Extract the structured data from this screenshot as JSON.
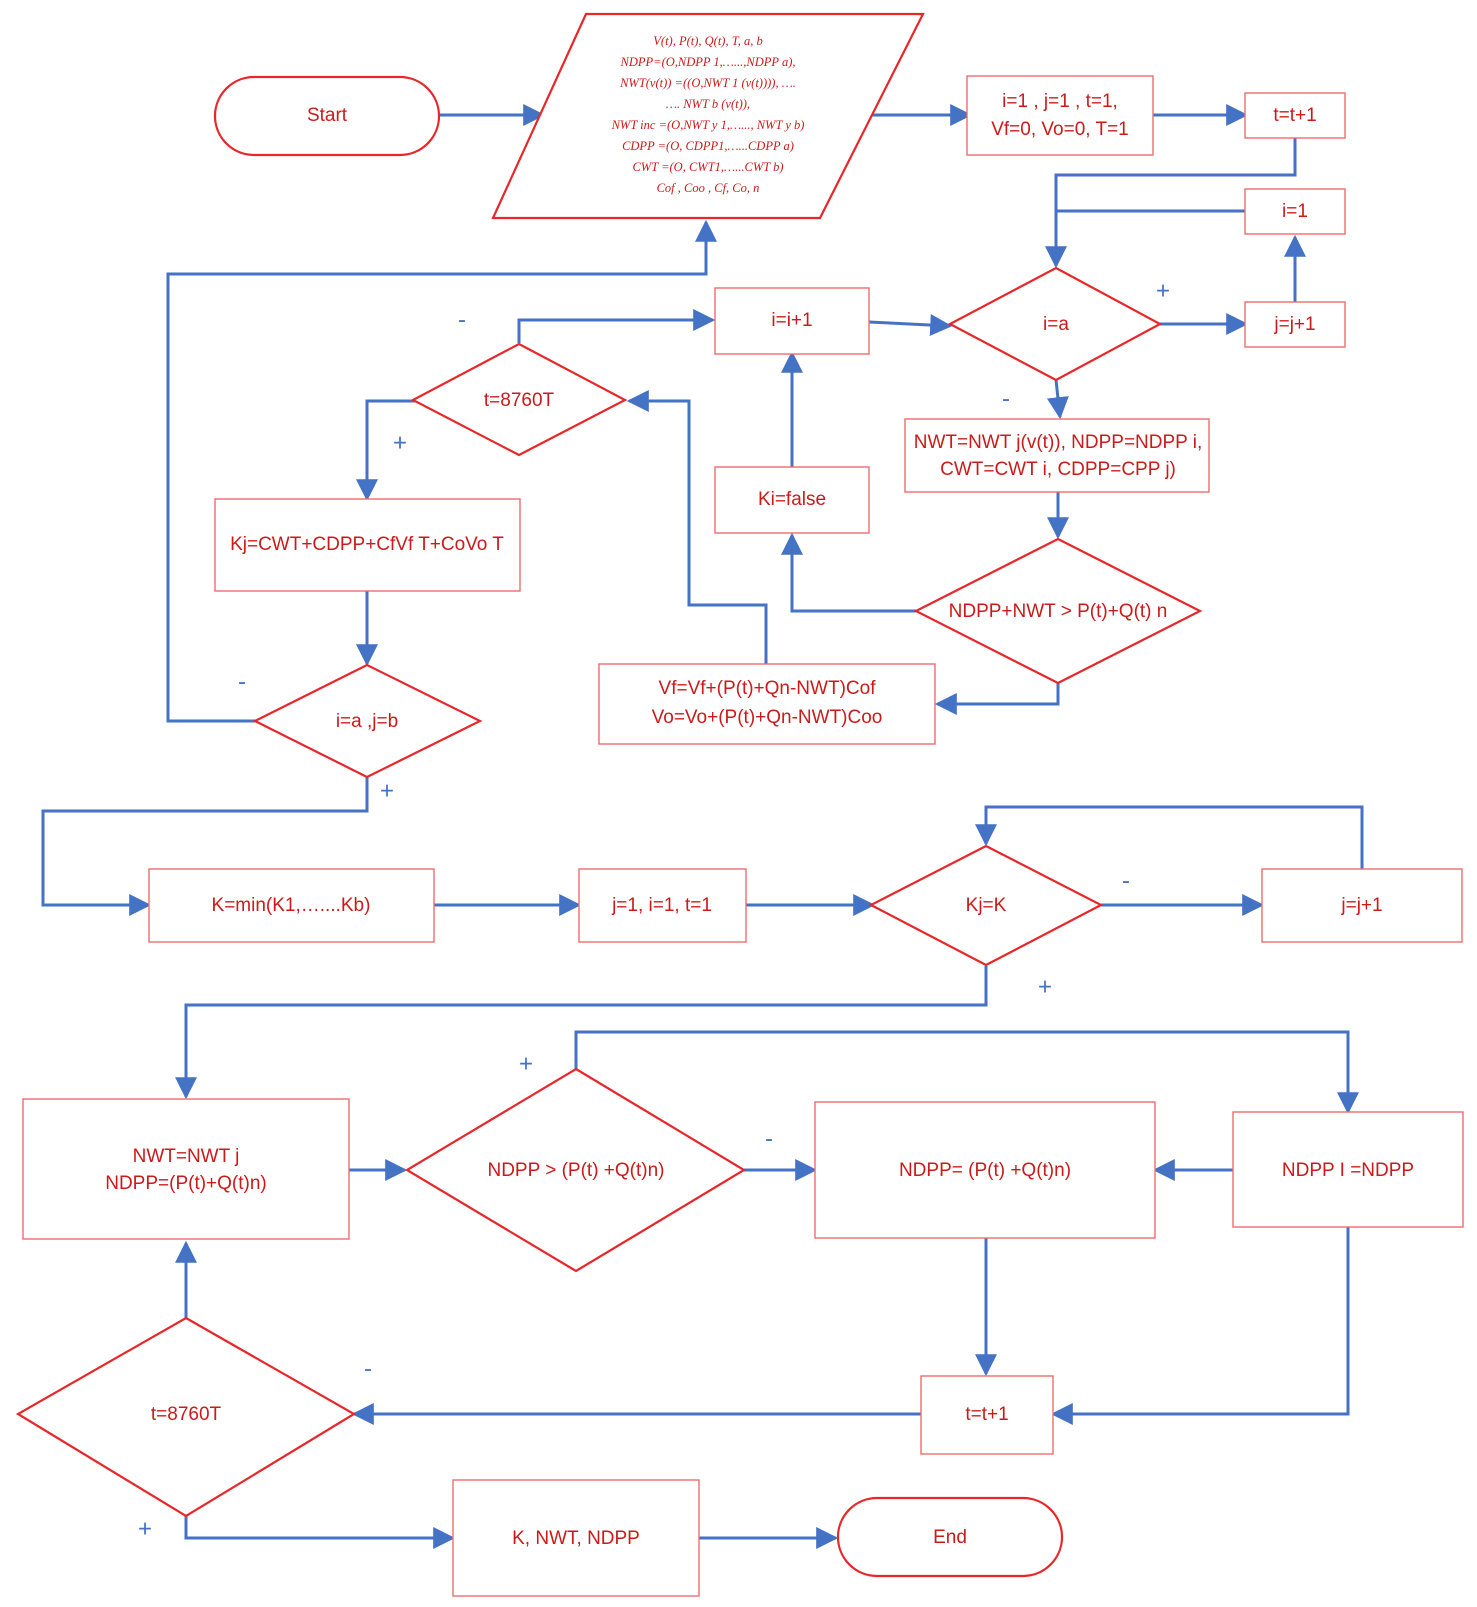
{
  "colors": {
    "shape_stroke": "#e8272a",
    "text": "#cc1a1a",
    "arrow": "#4472c4"
  },
  "nodes": {
    "start": "Start",
    "input_lines": [
      "V(t), P(t), Q(t), T, a, b",
      "NDPP=(O,NDPP 1,…...,NDPP a),",
      "NWT(v(t)) =((O,NWT 1 (v(t)))), ….",
      "…. NWT b (v(t)),",
      "NWT inc =(O,NWT y 1,…..., NWT y b)",
      "CDPP =(O, CDPP1,…...CDPP a)",
      "CWT =(O, CWT1,…...CWT b)",
      "Cof , Coo , Cf, Co, n"
    ],
    "init": [
      "i=1 , j=1 , t=1,",
      "Vf=0, Vo=0, T=1"
    ],
    "t_inc_top": "t=t+1",
    "i_reset": "i=1",
    "j_inc_top": "j=j+1",
    "i_eq_a": "i=a",
    "i_inc": "i=i+1",
    "assign_nwt": [
      "NWT=NWT j(v(t)), NDPP=NDPP i,",
      "CWT=CWT i, CDPP=CPP j)"
    ],
    "ki_false": "Ki=false",
    "cond_supply": "NDPP+NWT > P(t)+Q(t) n",
    "update_v": [
      "Vf=Vf+(P(t)+Qn-NWT)Cof",
      "Vo=Vo+(P(t)+Qn-NWT)Coo"
    ],
    "t_8760_top": "t=8760T",
    "kj_calc": "Kj=CWT+CDPP+CfVf T+CoVo T",
    "ia_jb": "i=a ,j=b",
    "k_min": "K=min(K1,…....Kb)",
    "reset_jit": "j=1, i=1, t=1",
    "kj_eq_k": "Kj=K",
    "j_inc_mid": "j=j+1",
    "nwt_assign_bottom": [
      "NWT=NWT j",
      "NDPP=(P(t)+Q(t)n)"
    ],
    "cond_ndpp": "NDPP > (P(t) +Q(t)n)",
    "ndpp_set": "NDPP= (P(t) +Q(t)n)",
    "ndpp_i": "NDPP I =NDPP",
    "t_inc_bottom": "t=t+1",
    "t_8760_bottom": "t=8760T",
    "output": "K, NWT, NDPP",
    "end": "End"
  },
  "signs": {
    "plus": "+",
    "minus": "-"
  }
}
